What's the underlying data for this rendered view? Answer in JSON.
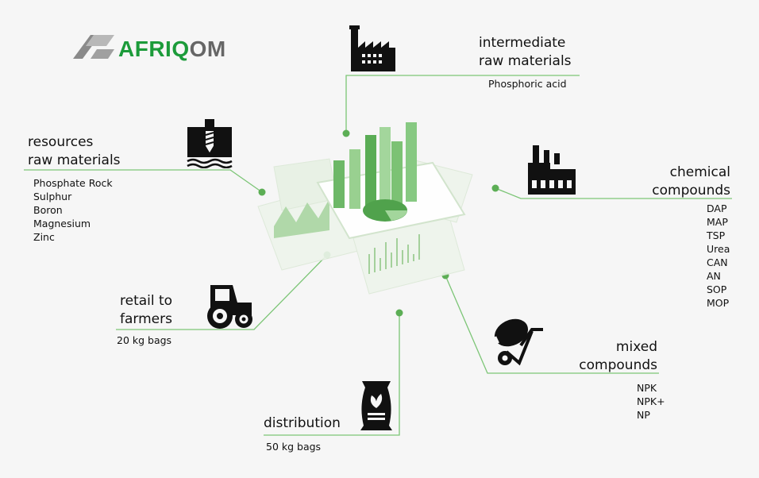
{
  "brand": {
    "name_part1": "AFRI",
    "name_part2": "Q",
    "name_part3": "OM",
    "colors": {
      "green": "#1c9b3a",
      "gray": "#666666"
    }
  },
  "accent_color": "#7cc576",
  "nodes": {
    "intermediate": {
      "icon": "factory-tower-icon",
      "title_line1": "intermediate",
      "title_line2": "raw materials",
      "items": [
        "Phosphoric acid"
      ]
    },
    "resources": {
      "icon": "drill-mining-icon",
      "title_line1": "resources",
      "title_line2": "raw materials",
      "items": [
        "Phosphate Rock",
        "Sulphur",
        "Boron",
        "Magnesium",
        "Zinc"
      ]
    },
    "chemical": {
      "icon": "factory-icon",
      "title_line1": "chemical",
      "title_line2": "compounds",
      "items": [
        "DAP",
        "MAP",
        "TSP",
        "Urea",
        "CAN",
        "AN",
        "SOP",
        "MOP"
      ]
    },
    "retail": {
      "icon": "tractor-icon",
      "title_line1": "retail to",
      "title_line2": "farmers",
      "items": [
        "20 kg bags"
      ]
    },
    "mixed": {
      "icon": "cement-mixer-icon",
      "title_line1": "mixed",
      "title_line2": "compounds",
      "items": [
        "NPK",
        "NPK+",
        "NP"
      ]
    },
    "distribution": {
      "icon": "fertilizer-bag-icon",
      "title_line1": "distribution",
      "items": [
        "50 kg bags"
      ]
    }
  }
}
